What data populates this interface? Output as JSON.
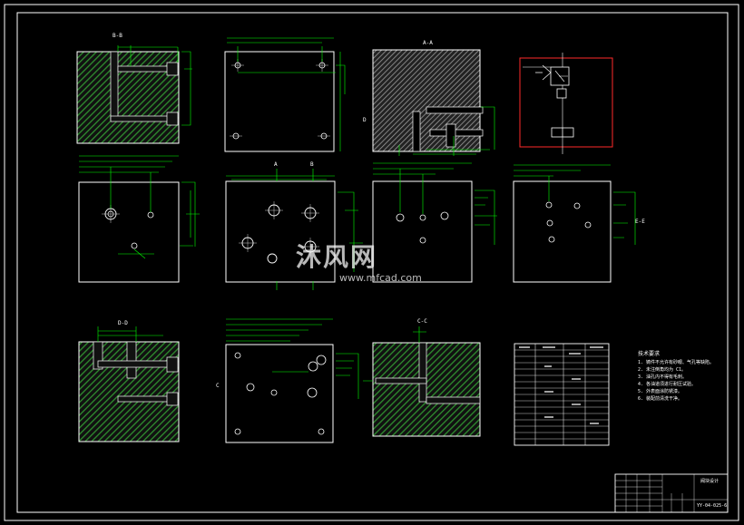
{
  "drawing": {
    "section_labels": {
      "bb": "B-B",
      "aa": "A-A",
      "dd": "D-D",
      "cc": "C-C",
      "ee": "E-E"
    },
    "view_markers": {
      "a": "A",
      "b": "B",
      "c": "C",
      "d": "D"
    },
    "tech_requirements": {
      "title": "技术要求",
      "items": [
        "1. 铸件不允许有砂眼、气孔等缺陷。",
        "2. 未注倒角均为 C1。",
        "3. 油孔内不得有毛刺。",
        "4. 各油道须进行耐压试验。",
        "5. 外表面涂防锈漆。",
        "6. 装配前清洗干净。"
      ]
    },
    "title_block": {
      "name": "阀块设计",
      "drawing_no": "YY-04-025-6"
    },
    "watermark": {
      "cn": "沐风网",
      "en": "www.mfcad.com"
    }
  },
  "colors": {
    "background": "#000000",
    "border": "#ffffff",
    "dimension": "#00ff00",
    "hatch": "#2f8f2f",
    "highlight": "#ff2a2a"
  }
}
